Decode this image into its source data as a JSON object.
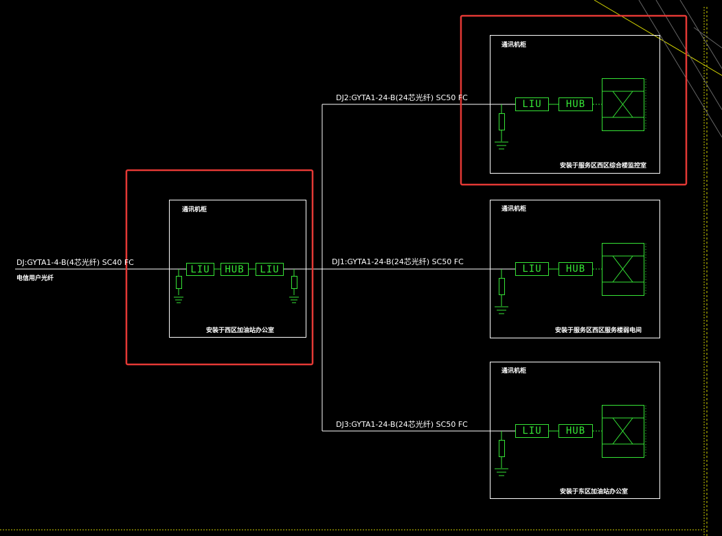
{
  "colors": {
    "background": "#000000",
    "line": "#ffffff",
    "device": "#36e636",
    "highlight": "#e53935",
    "border_dashed": "#d4d400"
  },
  "incoming": {
    "cable_label": "DJ:GYTA1-4-B(4芯光纤) SC40 FC",
    "source_label": "电信用户光纤"
  },
  "feeders": {
    "dj1": "DJ1:GYTA1-24-B(24芯光纤) SC50 FC",
    "dj2": "DJ2:GYTA1-24-B(24芯光纤) SC50 FC",
    "dj3": "DJ3:GYTA1-24-B(24芯光纤) SC50 FC"
  },
  "cabinets": {
    "main": {
      "title": "通讯机柜",
      "location": "安装于西区加油站办公室",
      "dev1": "LIU",
      "dev2": "HUB",
      "dev3": "LIU"
    },
    "top": {
      "title": "通讯机柜",
      "location": "安装于服务区西区综合楼监控室",
      "dev1": "LIU",
      "dev2": "HUB"
    },
    "middle": {
      "title": "通讯机柜",
      "location": "安装于服务区西区服务楼弱电间",
      "dev1": "LIU",
      "dev2": "HUB"
    },
    "bottom": {
      "title": "通讯机柜",
      "location": "安装于东区加油站办公室",
      "dev1": "LIU",
      "dev2": "HUB"
    }
  }
}
